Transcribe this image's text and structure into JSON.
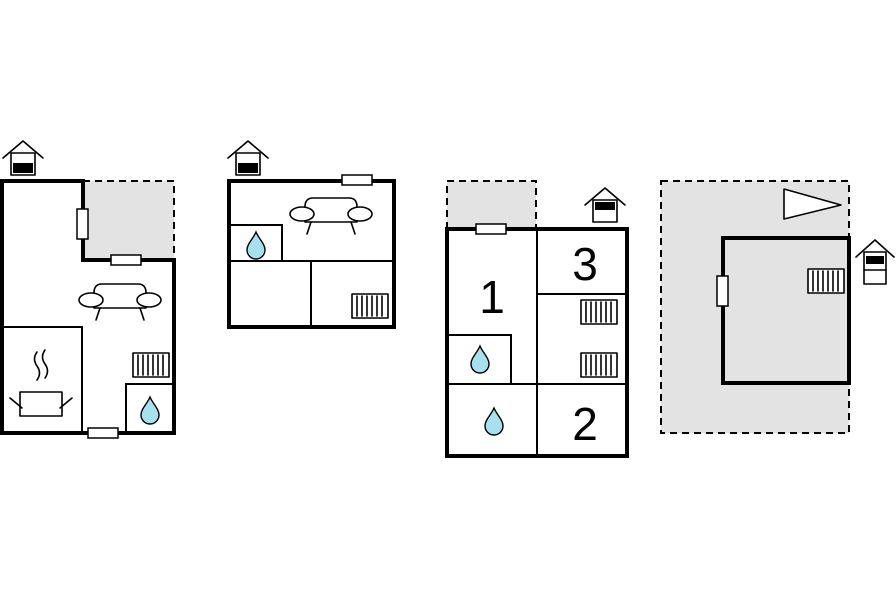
{
  "colors": {
    "walls": "#000000",
    "background": "#ffffff",
    "outdoor_area": "#e3e3e3",
    "water": "#a8e1ee"
  },
  "floors": [
    {
      "id": "floor-1",
      "icons": [
        "entrance-icon",
        "window-icon",
        "sofa-icon",
        "radiator-icon",
        "water-drop-icon",
        "kitchen-pot-icon"
      ]
    },
    {
      "id": "floor-2",
      "icons": [
        "entrance-icon",
        "window-icon",
        "sofa-icon",
        "water-drop-icon",
        "radiator-icon"
      ]
    },
    {
      "id": "floor-3",
      "rooms": [
        {
          "label": "1"
        },
        {
          "label": "2"
        },
        {
          "label": "3"
        }
      ],
      "icons": [
        "entrance-icon",
        "window-icon",
        "radiator-icon",
        "water-drop-icon"
      ]
    },
    {
      "id": "floor-4",
      "icons": [
        "entrance-icon",
        "window-icon",
        "radiator-icon",
        "direction-arrow-icon"
      ]
    }
  ]
}
